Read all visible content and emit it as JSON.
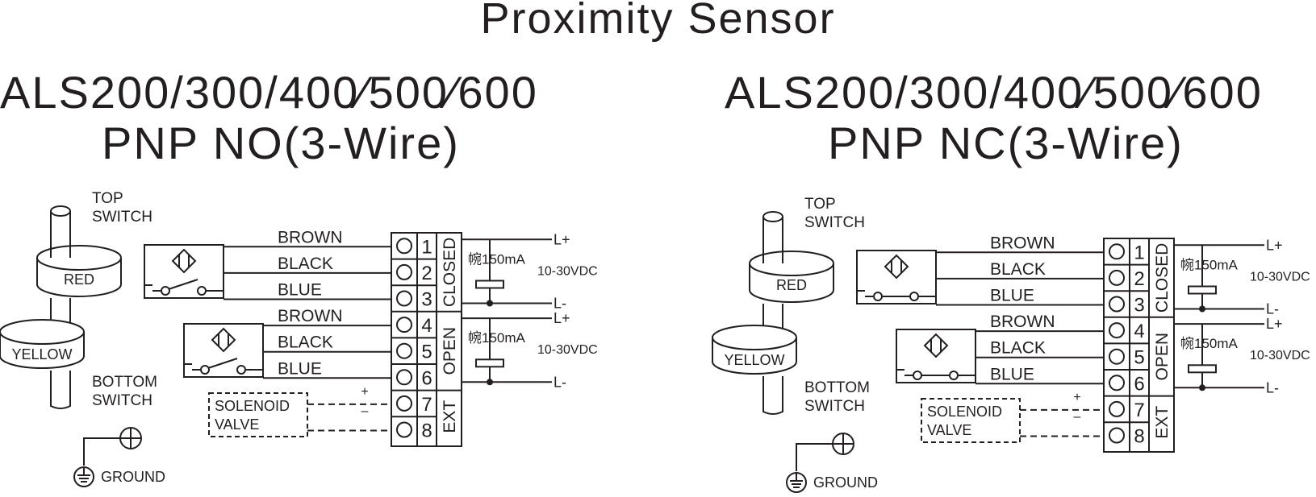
{
  "title": "Proximity Sensor",
  "diagrams": [
    {
      "model": "ALS200/300/400∕500∕600",
      "subtitle": "PNP NO(3-Wire)",
      "top_switch": [
        "TOP",
        "SWITCH"
      ],
      "bottom_switch": [
        "BOTTOM",
        "SWITCH"
      ],
      "red_label": "RED",
      "yellow_label": "YELLOW",
      "ground_label": "GROUND",
      "wires": [
        "BROWN",
        "BLACK",
        "BLUE",
        "BROWN",
        "BLACK",
        "BLUE"
      ],
      "terminals": [
        "1",
        "2",
        "3",
        "4",
        "5",
        "6",
        "7",
        "8"
      ],
      "groups": [
        "CLOSED",
        "OPEN",
        "EXT"
      ],
      "current": "帵150mA",
      "voltage": "10-30VDC",
      "l_plus": "L+",
      "l_minus": "L-",
      "solenoid": [
        "SOLENOID",
        "VALVE"
      ],
      "plus": "+",
      "minus": "–",
      "switch_state": "normally-open"
    },
    {
      "model": "ALS200/300/400∕500∕600",
      "subtitle": "PNP NC(3-Wire)",
      "top_switch": [
        "TOP",
        "SWITCH"
      ],
      "bottom_switch": [
        "BOTTOM",
        "SWITCH"
      ],
      "red_label": "RED",
      "yellow_label": "YELLOW",
      "ground_label": "GROUND",
      "wires": [
        "BROWN",
        "BLACK",
        "BLUE",
        "BROWN",
        "BLACK",
        "BLUE"
      ],
      "terminals": [
        "1",
        "2",
        "3",
        "4",
        "5",
        "6",
        "7",
        "8"
      ],
      "groups": [
        "CLOSED",
        "OPEN",
        "EXT"
      ],
      "current": "帵150mA",
      "voltage": "10-30VDC",
      "l_plus": "L+",
      "l_minus": "L-",
      "solenoid": [
        "SOLENOID",
        "VALVE"
      ],
      "plus": "+",
      "minus": "–",
      "switch_state": "normally-closed"
    }
  ]
}
